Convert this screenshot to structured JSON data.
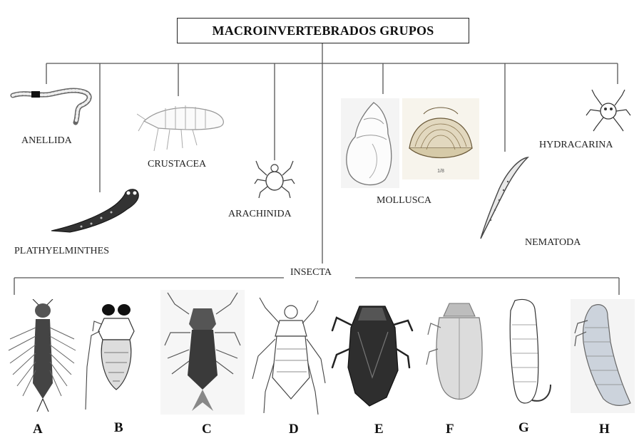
{
  "title": "MACROINVERTEBRADOS GRUPOS",
  "groups": {
    "anellida": "ANELLIDA",
    "plathyelminthes": "PLATHYELMINTHES",
    "crustacea": "CRUSTACEA",
    "arachinida": "ARACHINIDA",
    "mollusca": "MOLLUSCA",
    "nematoda": "NEMATODA",
    "hydracarina": "HYDRACARINA",
    "insecta": "INSECTA"
  },
  "insect_letters": [
    "A",
    "B",
    "C",
    "D",
    "E",
    "F",
    "G",
    "H"
  ],
  "shell_caption": "1/8"
}
